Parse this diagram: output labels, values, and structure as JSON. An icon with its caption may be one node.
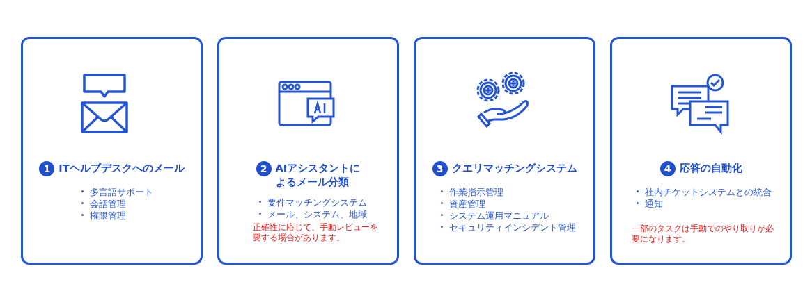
{
  "diagram": {
    "nodes": [
      {
        "text": [
          "ITヘルプデスクへのメール",
          "多言語サポート",
          "会話管理",
          "権限管理"
        ]
      },
      {
        "text": [
          "1"
        ],
        "in": 0
      },
      {
        "text": [
          "AIアシスタントによるメール分類",
          "要件マッチングシステム",
          "メール、システム、地域"
        ]
      },
      {
        "text": [
          "2"
        ],
        "in": 2
      },
      {
        "text": [
          "クエリマッチングシステム",
          "作業指示管理",
          "資産管理",
          "システム運用マニュアル",
          "セキュリティインシデント管理"
        ]
      },
      {
        "text": [
          "3"
        ],
        "in": 4
      },
      {
        "text": [
          "応答の自動化",
          "社内チケットシステムとの統合",
          "通知"
        ]
      },
      {
        "text": [
          "4"
        ],
        "in": 6
      }
    ],
    "labels": [
      "正確性に応じて、手動レビューを要する場合があります。",
      "一部のタスクは手動でのやり取りが必要になります。"
    ]
  }
}
